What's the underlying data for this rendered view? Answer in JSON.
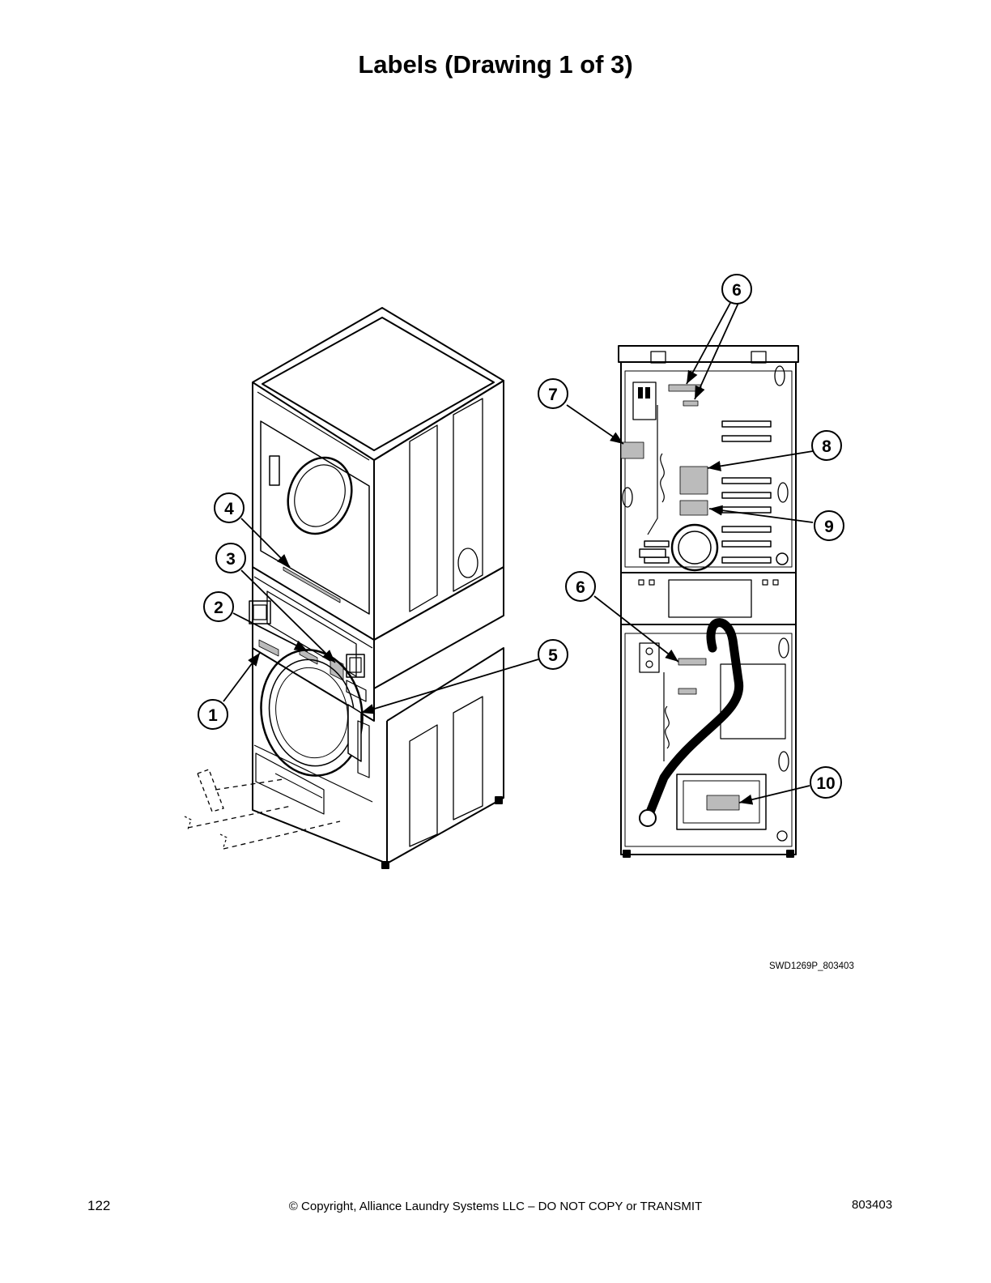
{
  "page": {
    "title": "Labels (Drawing 1 of 3)",
    "figure_id": "SWD1269P_803403",
    "page_number": "122",
    "copyright": "© Copyright, Alliance Laundry Systems LLC – DO NOT COPY or TRANSMIT",
    "doc_number": "803403"
  },
  "callouts": {
    "c1": "1",
    "c2": "2",
    "c3": "3",
    "c4": "4",
    "c5": "5",
    "c6a": "6",
    "c6b": "6",
    "c7": "7",
    "c8": "8",
    "c9": "9",
    "c10": "10"
  }
}
